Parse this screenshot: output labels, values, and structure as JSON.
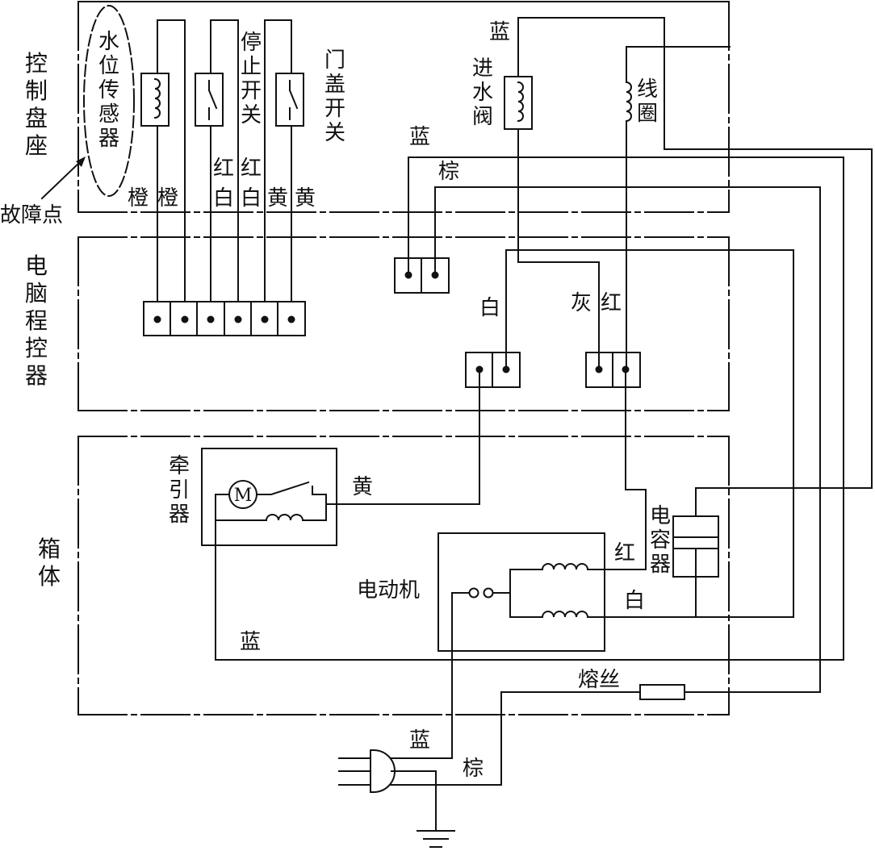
{
  "sections": {
    "control_panel": "控制盘座",
    "computer_controller": "电脑程控器",
    "cabinet": "箱体"
  },
  "components": {
    "water_level_sensor": "水位传感器",
    "stop_switch": "停止开关",
    "door_lid_switch": "门盖开关",
    "inlet_valve": "进水阀",
    "coil": "线圈",
    "tractor": "牵引器",
    "motor": "电动机",
    "capacitor": "电容器",
    "fuse": "熔丝",
    "motor_symbol": "M"
  },
  "annotations": {
    "fault_point": "故障点"
  },
  "wires": {
    "orange_1": "橙",
    "orange_2": "橙",
    "red_stop": "红",
    "white_stop": "白",
    "red_door": "红",
    "white_door": "白",
    "yellow_1": "黄",
    "yellow_2": "黄",
    "blue_valve_top": "蓝",
    "blue_panel": "蓝",
    "brown_panel": "棕",
    "white_ctrl": "白",
    "gray_ctrl": "灰",
    "red_ctrl": "红",
    "yellow_tractor": "黄",
    "red_motor": "红",
    "white_motor": "白",
    "blue_cabinet": "蓝",
    "blue_plug": "蓝",
    "brown_plug": "棕"
  }
}
